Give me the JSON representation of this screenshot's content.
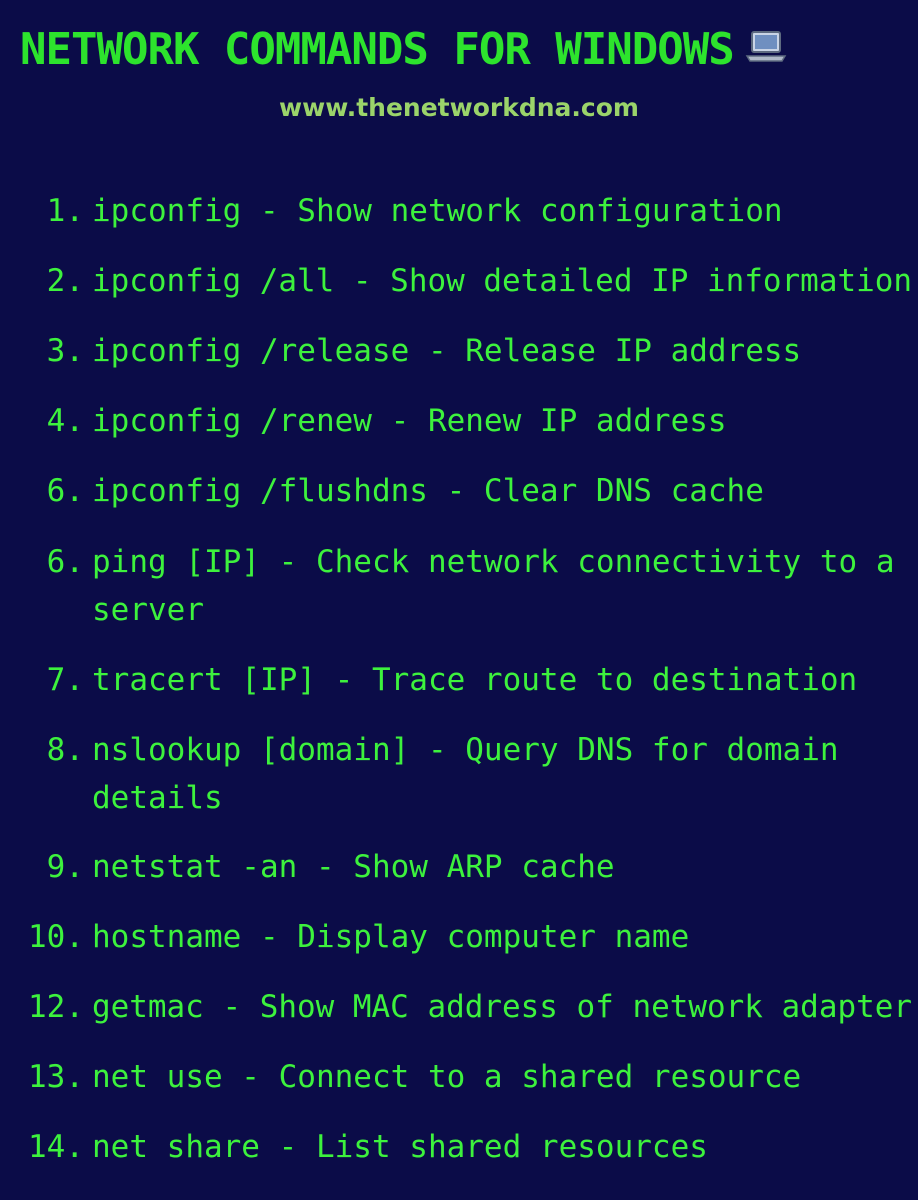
{
  "header": {
    "title": "NETWORK COMMANDS FOR WINDOWS",
    "icon": "laptop-icon",
    "website": "www.thenetworkdna.com"
  },
  "colors": {
    "background": "#0b0c48",
    "title": "#2de32d",
    "website": "#9bd46a",
    "text": "#3df23d"
  },
  "commands": [
    {
      "number": "1.",
      "text": "ipconfig - Show network configuration",
      "text2": ""
    },
    {
      "number": "2.",
      "text": "ipconfig /all - Show detailed IP information",
      "text2": ""
    },
    {
      "number": "3.",
      "text": "ipconfig /release - Release IP address",
      "text2": ""
    },
    {
      "number": "4.",
      "text": "ipconfig /renew - Renew IP address",
      "text2": ""
    },
    {
      "number": "6.",
      "text": "ipconfig /flushdns - Clear DNS cache",
      "text2": ""
    },
    {
      "number": "6.",
      "text": "ping [IP] - Check network connectivity to a",
      "text2": "server"
    },
    {
      "number": "7.",
      "text": "tracert [IP] - Trace route to destination",
      "text2": ""
    },
    {
      "number": "8.",
      "text": "nslookup [domain] - Query DNS for domain",
      "text2": "details"
    },
    {
      "number": "9.",
      "text": "netstat -an - Show ARP cache",
      "text2": ""
    },
    {
      "number": "10.",
      "text": "hostname - Display computer name",
      "text2": ""
    },
    {
      "number": "12.",
      "text": "getmac - Show MAC address of network adapter",
      "text2": ""
    },
    {
      "number": "13.",
      "text": "net use - Connect to a shared resource",
      "text2": ""
    },
    {
      "number": "14.",
      "text": "net share - List shared resources",
      "text2": ""
    }
  ]
}
